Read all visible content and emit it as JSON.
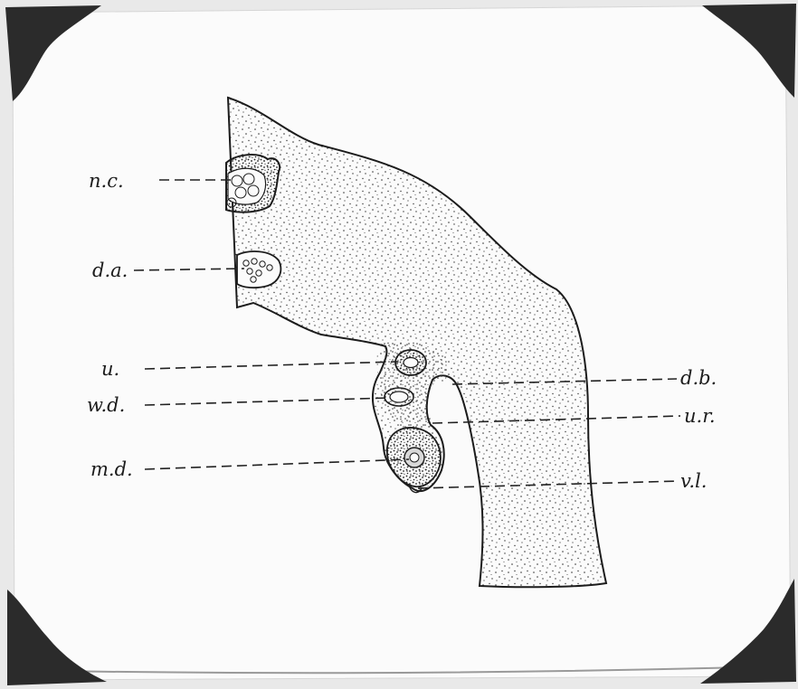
{
  "labels": {
    "nc": "n.c.",
    "da": "d.a.",
    "u": "u.",
    "wd": "w.d.",
    "md": "m.d.",
    "db": "d.b.",
    "ur": "u.r.",
    "vl": "v.l."
  },
  "colors": {
    "paper": "#fbfbfb",
    "ink": "#1c1c1c",
    "tissue": "#f3f3f3",
    "corner": "#2b2b2b",
    "background": "#e9e9e9"
  },
  "icons": [
    "photo-corner-top-left",
    "photo-corner-top-right",
    "photo-corner-bottom-left",
    "photo-corner-bottom-right"
  ]
}
